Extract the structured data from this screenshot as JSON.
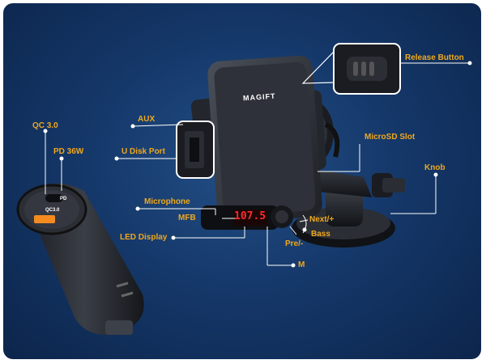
{
  "brand": "MAGIFT",
  "display_reading": "107.5",
  "charger_ports": {
    "type_c": "PD",
    "usb_a": "QC3.0"
  },
  "labels": {
    "release_button": "Release Button",
    "aux": "AUX",
    "qc": "QC 3.0",
    "pd": "PD 36W",
    "u_disk_port": "U Disk Port",
    "microsd_slot": "MicroSD Slot",
    "knob": "Knob",
    "microphone": "Microphone",
    "mfb": "MFB",
    "next": "Next/+",
    "bass": "Bass",
    "led_display": "LED Display",
    "pre": "Pre/-",
    "m": "M"
  },
  "colors": {
    "label": "#f0a81c",
    "label_white": "#ffffff",
    "led": "#ff2a2a",
    "usb_port": "#f58a1f"
  }
}
